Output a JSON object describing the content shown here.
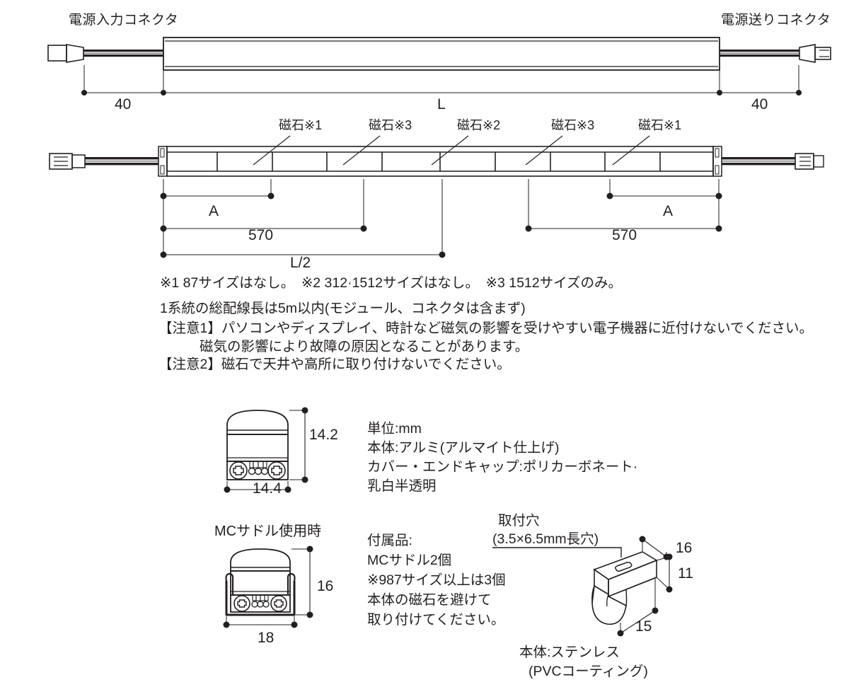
{
  "figure": {
    "title_hidden": "LED module dimensional drawing",
    "unit_note": "単位:mm"
  },
  "top_view": {
    "left_connector_label": "電源入力コネクタ",
    "right_connector_label": "電源送りコネクタ",
    "dim_left": "40",
    "dim_right": "40",
    "dim_total": "L"
  },
  "section_view": {
    "magnet_labels": [
      "磁石※1",
      "磁石※3",
      "磁石※2",
      "磁石※3",
      "磁石※1"
    ],
    "dim_a_left": "A",
    "dim_a_right": "A",
    "dim_570_left": "570",
    "dim_570_right": "570",
    "dim_half": "L/2"
  },
  "notes": {
    "footnotes": "※1 87サイズはなし。　※2 312·1512サイズはなし。　※3 1512サイズのみ。",
    "wiring": "1系統の総配線長は5m以内(モジュール、コネクタは含まず)",
    "caution1_line1": "【注意1】パソコンやディスプレイ、時計など磁気の影響を受けやすい電子機器に近付けないでください。",
    "caution1_line2": "磁気の影響により故障の原因となることがあります。",
    "caution2": "【注意2】磁石で天井や高所に取り付けないでください。"
  },
  "cross_section": {
    "dim_height": "14.2",
    "dim_width": "14.4"
  },
  "material_spec": {
    "line1": "単位:mm",
    "line2": "本体:アルミ(アルマイト仕上げ)",
    "line3": "カバー・エンドキャップ:ポリカーボネート·",
    "line4": "乳白半透明"
  },
  "saddle_section": {
    "title": "MCサドル使用時",
    "dim_height": "16",
    "dim_width": "18"
  },
  "accessory_spec": {
    "line1": "付属品:",
    "line2": "MCサドル2個",
    "line3": "※987サイズ以上は3個",
    "line4": "本体の磁石を避けて",
    "line5": "取り付けてください。"
  },
  "saddle_iso": {
    "hole_label_line1": "取付穴",
    "hole_label_line2": "(3.5×6.5mm長穴)",
    "dim_16": "16",
    "dim_11": "11",
    "dim_15": "15",
    "material_line1": "本体:ステンレス",
    "material_line2": "(PVCコーティング)"
  },
  "colors": {
    "ink": "#231f20",
    "line": "#231f20",
    "paper": "#ffffff"
  }
}
